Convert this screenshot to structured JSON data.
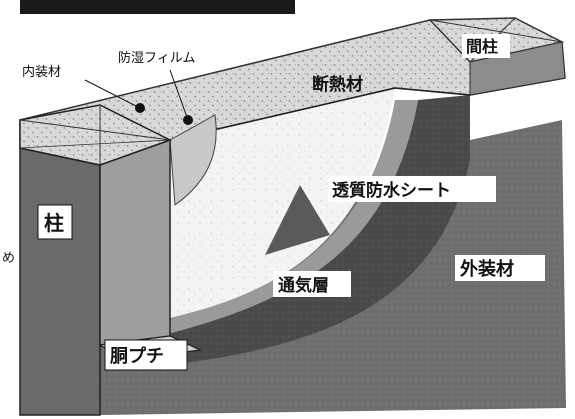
{
  "labels": {
    "title": "",
    "interior_finish": "内装材",
    "vapor_barrier": "防湿フィルム",
    "insulation": "断熱材",
    "stud": "間柱",
    "breathable_sheet": "透質防水シート",
    "post": "柱",
    "ventilation_layer": "通気層",
    "exterior_finish": "外装材",
    "fire_stop": "胴プチ",
    "side_char": "め"
  }
}
